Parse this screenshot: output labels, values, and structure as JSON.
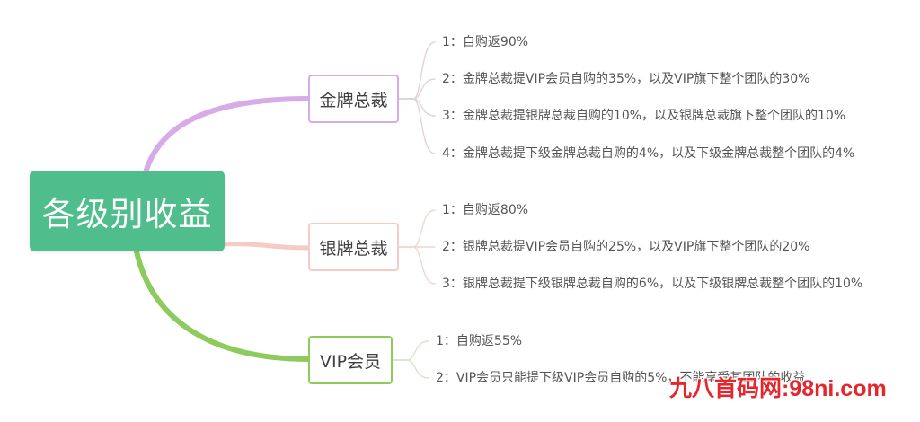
{
  "center": {
    "label": "各级别收益",
    "fill": "#4fbe8c"
  },
  "branches": [
    {
      "label": "金牌总裁",
      "color": "#d7abe7",
      "items": [
        "1：自购返90%",
        "2：金牌总裁提VIP会员自购的35%，以及VIP旗下整个团队的30%",
        "3：金牌总裁提银牌总裁自购的10%，以及银牌总裁旗下整个团队的10%",
        "4：金牌总裁提下级金牌总裁自购的4%，以及下级金牌总裁整个团队的4%"
      ]
    },
    {
      "label": "银牌总裁",
      "color": "#f6cac5",
      "items": [
        "1：自购返80%",
        "2：银牌总裁提VIP会员自购的25%，以及VIP旗下整个团队的20%",
        "3：银牌总裁提下级银牌总裁自购的6%，以及下级银牌总裁整个团队的10%"
      ]
    },
    {
      "label": "VIP会员",
      "color": "#8dcb5d",
      "items": [
        "1：自购返55%",
        "2：VIP会员只能提下级VIP会员自购的5%，不能享受其团队的收益"
      ]
    }
  ],
  "watermark": {
    "text": "九八首码网:98ni.com",
    "color": "#e5262d"
  }
}
